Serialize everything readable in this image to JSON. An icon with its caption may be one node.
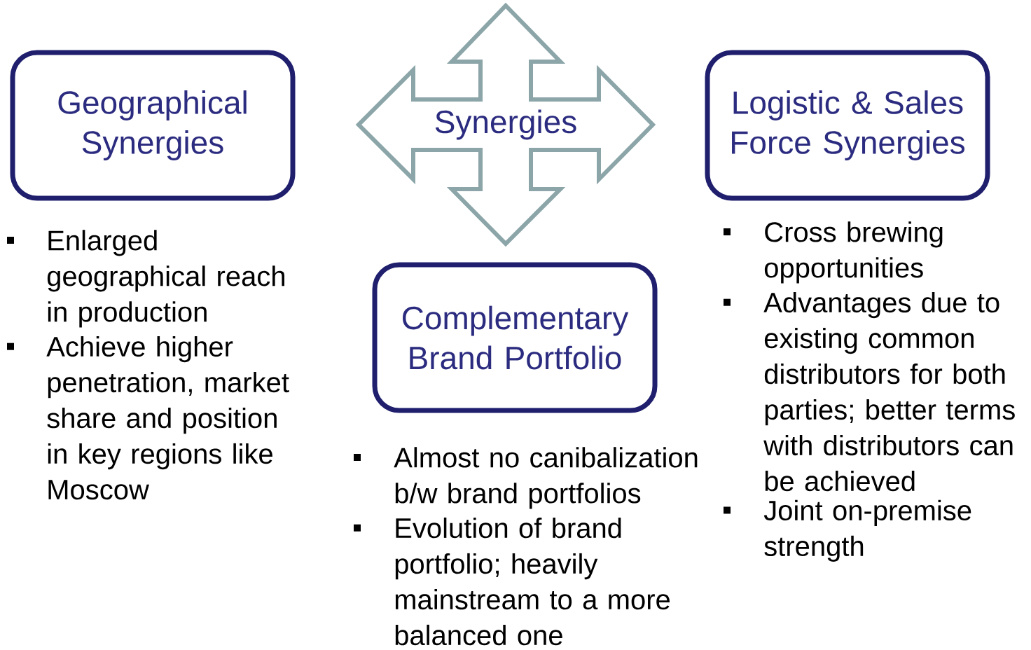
{
  "diagram": {
    "nodes": [
      {
        "text": [
          "Geographical Synergies"
        ],
        "beside": [
          "Enlarged geographical reach in production",
          "Achieve higher penetration, market share and position in key regions like Moscow"
        ]
      },
      {
        "text": [
          "Synergies"
        ]
      },
      {
        "text": [
          "Logistic & Sales Force Synergies"
        ],
        "beside": [
          "Cross brewing opportunities",
          "Advantages due to existing common distributors for both parties; better terms with distributors can be achieved",
          "Joint on-premise strength"
        ]
      },
      {
        "text": [
          "Complementary Brand Portfolio"
        ],
        "beside": [
          "Almost no canibalization b/w brand portfolios",
          "Evolution of brand portfolio; heavily mainstream to a more balanced one"
        ]
      }
    ]
  }
}
